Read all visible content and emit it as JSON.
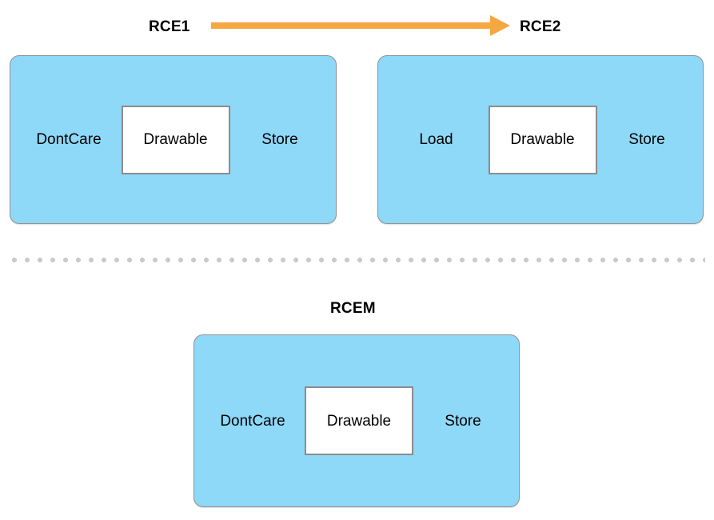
{
  "diagram": {
    "title_text_color": "#000000",
    "box_fill_color": "#8ED8F8",
    "box_border_color": "#939393",
    "inner_box_fill_color": "#FFFFFF",
    "inner_box_border_color": "#8C8C8C",
    "arrow_color": "#F5A740",
    "divider_dot_color": "#C9C9C9"
  },
  "top_row": {
    "left": {
      "title": "RCE1",
      "left_label": "DontCare",
      "inner_label": "Drawable",
      "right_label": "Store"
    },
    "right": {
      "title": "RCE2",
      "left_label": "Load",
      "inner_label": "Drawable",
      "right_label": "Store"
    },
    "arrow": {
      "icon": "right-arrow-icon",
      "direction": "left-to-right",
      "from": "RCE1",
      "to": "RCE2"
    }
  },
  "divider": {
    "style": "dotted"
  },
  "bottom_row": {
    "merged": {
      "title": "RCEM",
      "left_label": "DontCare",
      "inner_label": "Drawable",
      "right_label": "Store"
    }
  }
}
